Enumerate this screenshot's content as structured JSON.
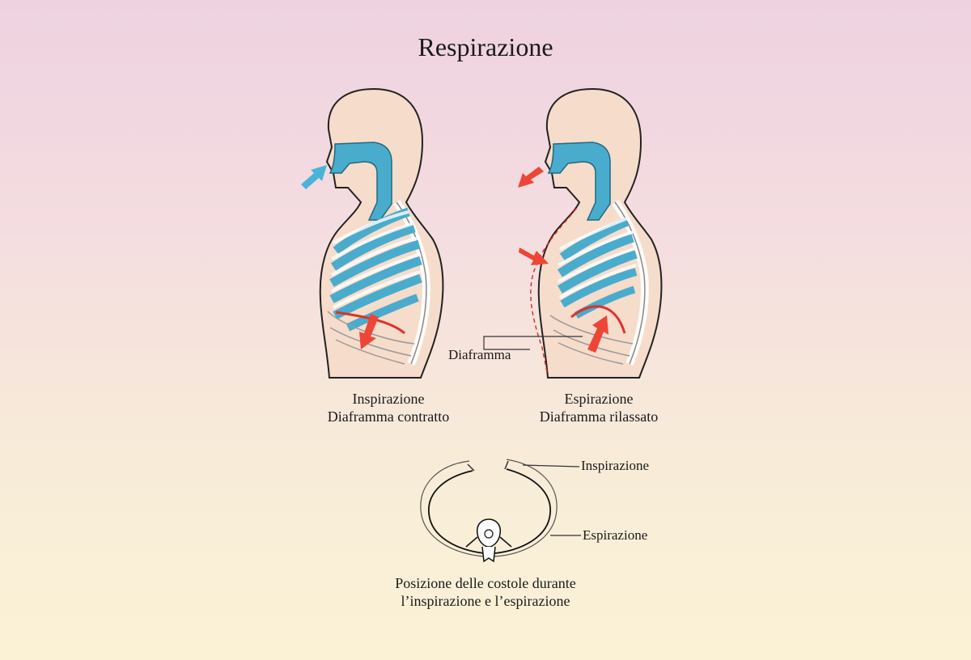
{
  "title": "Respirazione",
  "inspiration": {
    "line1": "Inspirazione",
    "line2": "Diaframma contratto"
  },
  "expiration": {
    "line1": "Espirazione",
    "line2": "Diaframma rilassato"
  },
  "diaphragm_label": "Diaframma",
  "ribs": {
    "label_inspiration": "Inspirazione",
    "label_expiration": "Espirazione",
    "caption_line1": "Posizione delle costole durante",
    "caption_line2": "l’inspirazione e l’espirazione"
  },
  "colors": {
    "airway": "#4aaccc",
    "skin": "#f6dccb",
    "bone": "#f4ede6",
    "arrow_in": "#4ab4d8",
    "arrow_out": "#ee4636",
    "diaphragm": "#e0302a"
  }
}
